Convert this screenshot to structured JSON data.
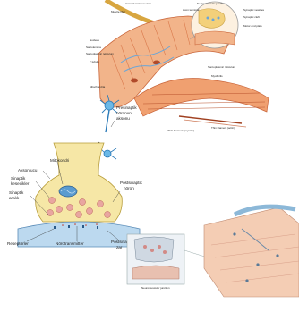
{
  "top_figure": {
    "labels": {
      "axon": "Axon of motor neuron",
      "junction": "Neuromuscular junction",
      "muscle_fiber": "Muscle fiber",
      "nucleus": "Nucleus",
      "sarcolemma": "Sarcolemma",
      "sarcoplasmic_reticulum": "Sarcoplasmic reticulum",
      "t_tubule": "T tubule",
      "mitochondria": "Mitochondria",
      "synaptic_vesicles": "Synaptic vesicles",
      "axon_terminal": "Axon terminal",
      "synaptic_cleft": "Synaptic cleft",
      "motor_end_plate": "Motor end plate",
      "sarcoplasmic_reticulum_right": "Sarcoplasmic reticulum",
      "myofibrils": "Myofibrils",
      "thick_filament": "Thick filament (myosin)",
      "thin_filament": "Thin filament (actin)"
    }
  },
  "synapse_figure": {
    "labels": {
      "presynaptic_neuron_axon_1": "Presinaptik",
      "presynaptic_neuron_axon_2": "nöronun",
      "presynaptic_neuron_axon_3": "aksonu",
      "mitochondrion": "Mitokondri",
      "axon_terminal": "Akson ucu",
      "synaptic_vesicles_1": "Sinaptik",
      "synaptic_vesicles_2": "kesecikler",
      "synaptic_cleft_1": "Sinaptik",
      "synaptic_cleft_2": "aralık",
      "postsynaptic_neuron_1": "Postsinaptik",
      "postsynaptic_neuron_2": "nöron",
      "receptors": "Reseptörler",
      "neurotransmitter": "Nörotransmitter",
      "postsynaptic_membrane_1": "Postsinaptik",
      "postsynaptic_membrane_2": "zar"
    }
  },
  "bottom_right_figure": {
    "caption": "Neuromuscular junction"
  }
}
